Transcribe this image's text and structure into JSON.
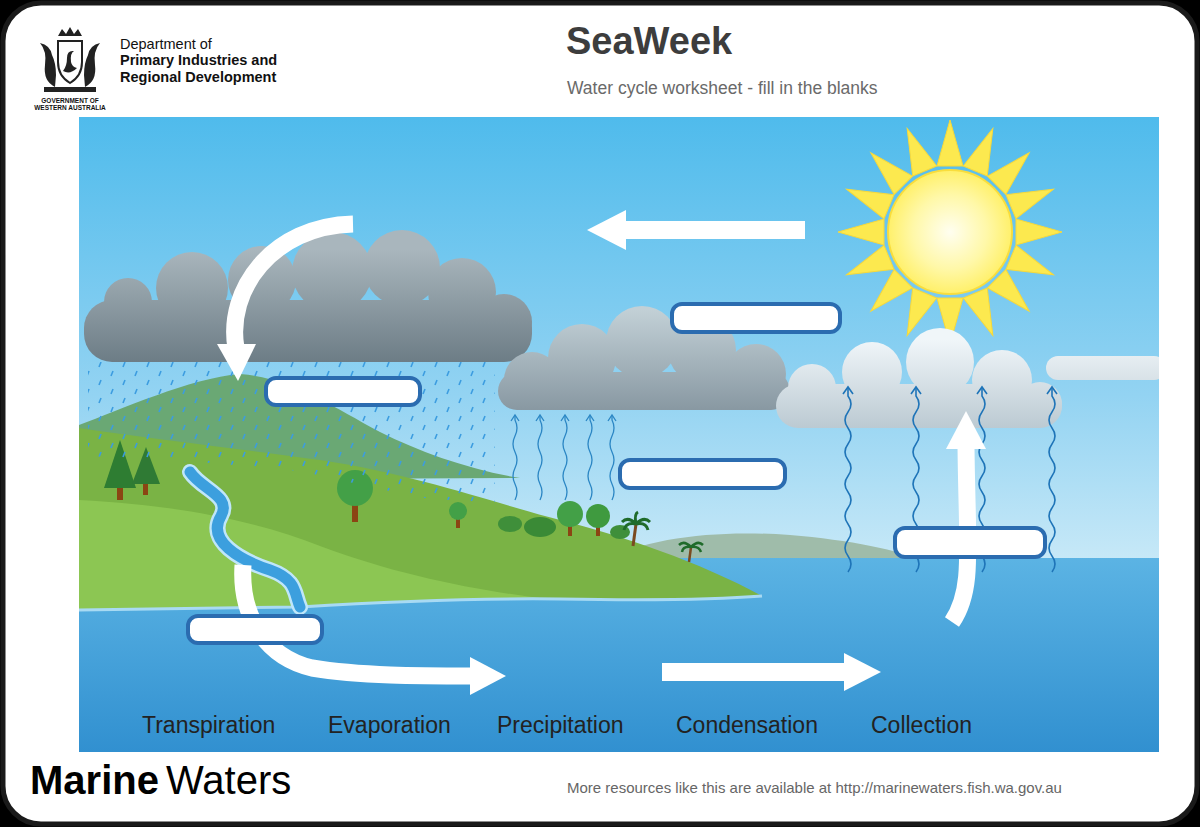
{
  "diagram": {
    "title": "SeaWeek",
    "labels": [
      "Department of",
      "Primary Industries and Regional Development",
      "GOVERNMENT OF WESTERN AUSTRALIA",
      "Water cycle worksheet - fill in the blanks",
      "Transpiration",
      "Evaporation",
      "Precipitation",
      "Condensation",
      "Collection",
      "Marine",
      "Waters",
      "More resources like this are available at http://marinewaters.fish.wa.gov.au"
    ]
  }
}
